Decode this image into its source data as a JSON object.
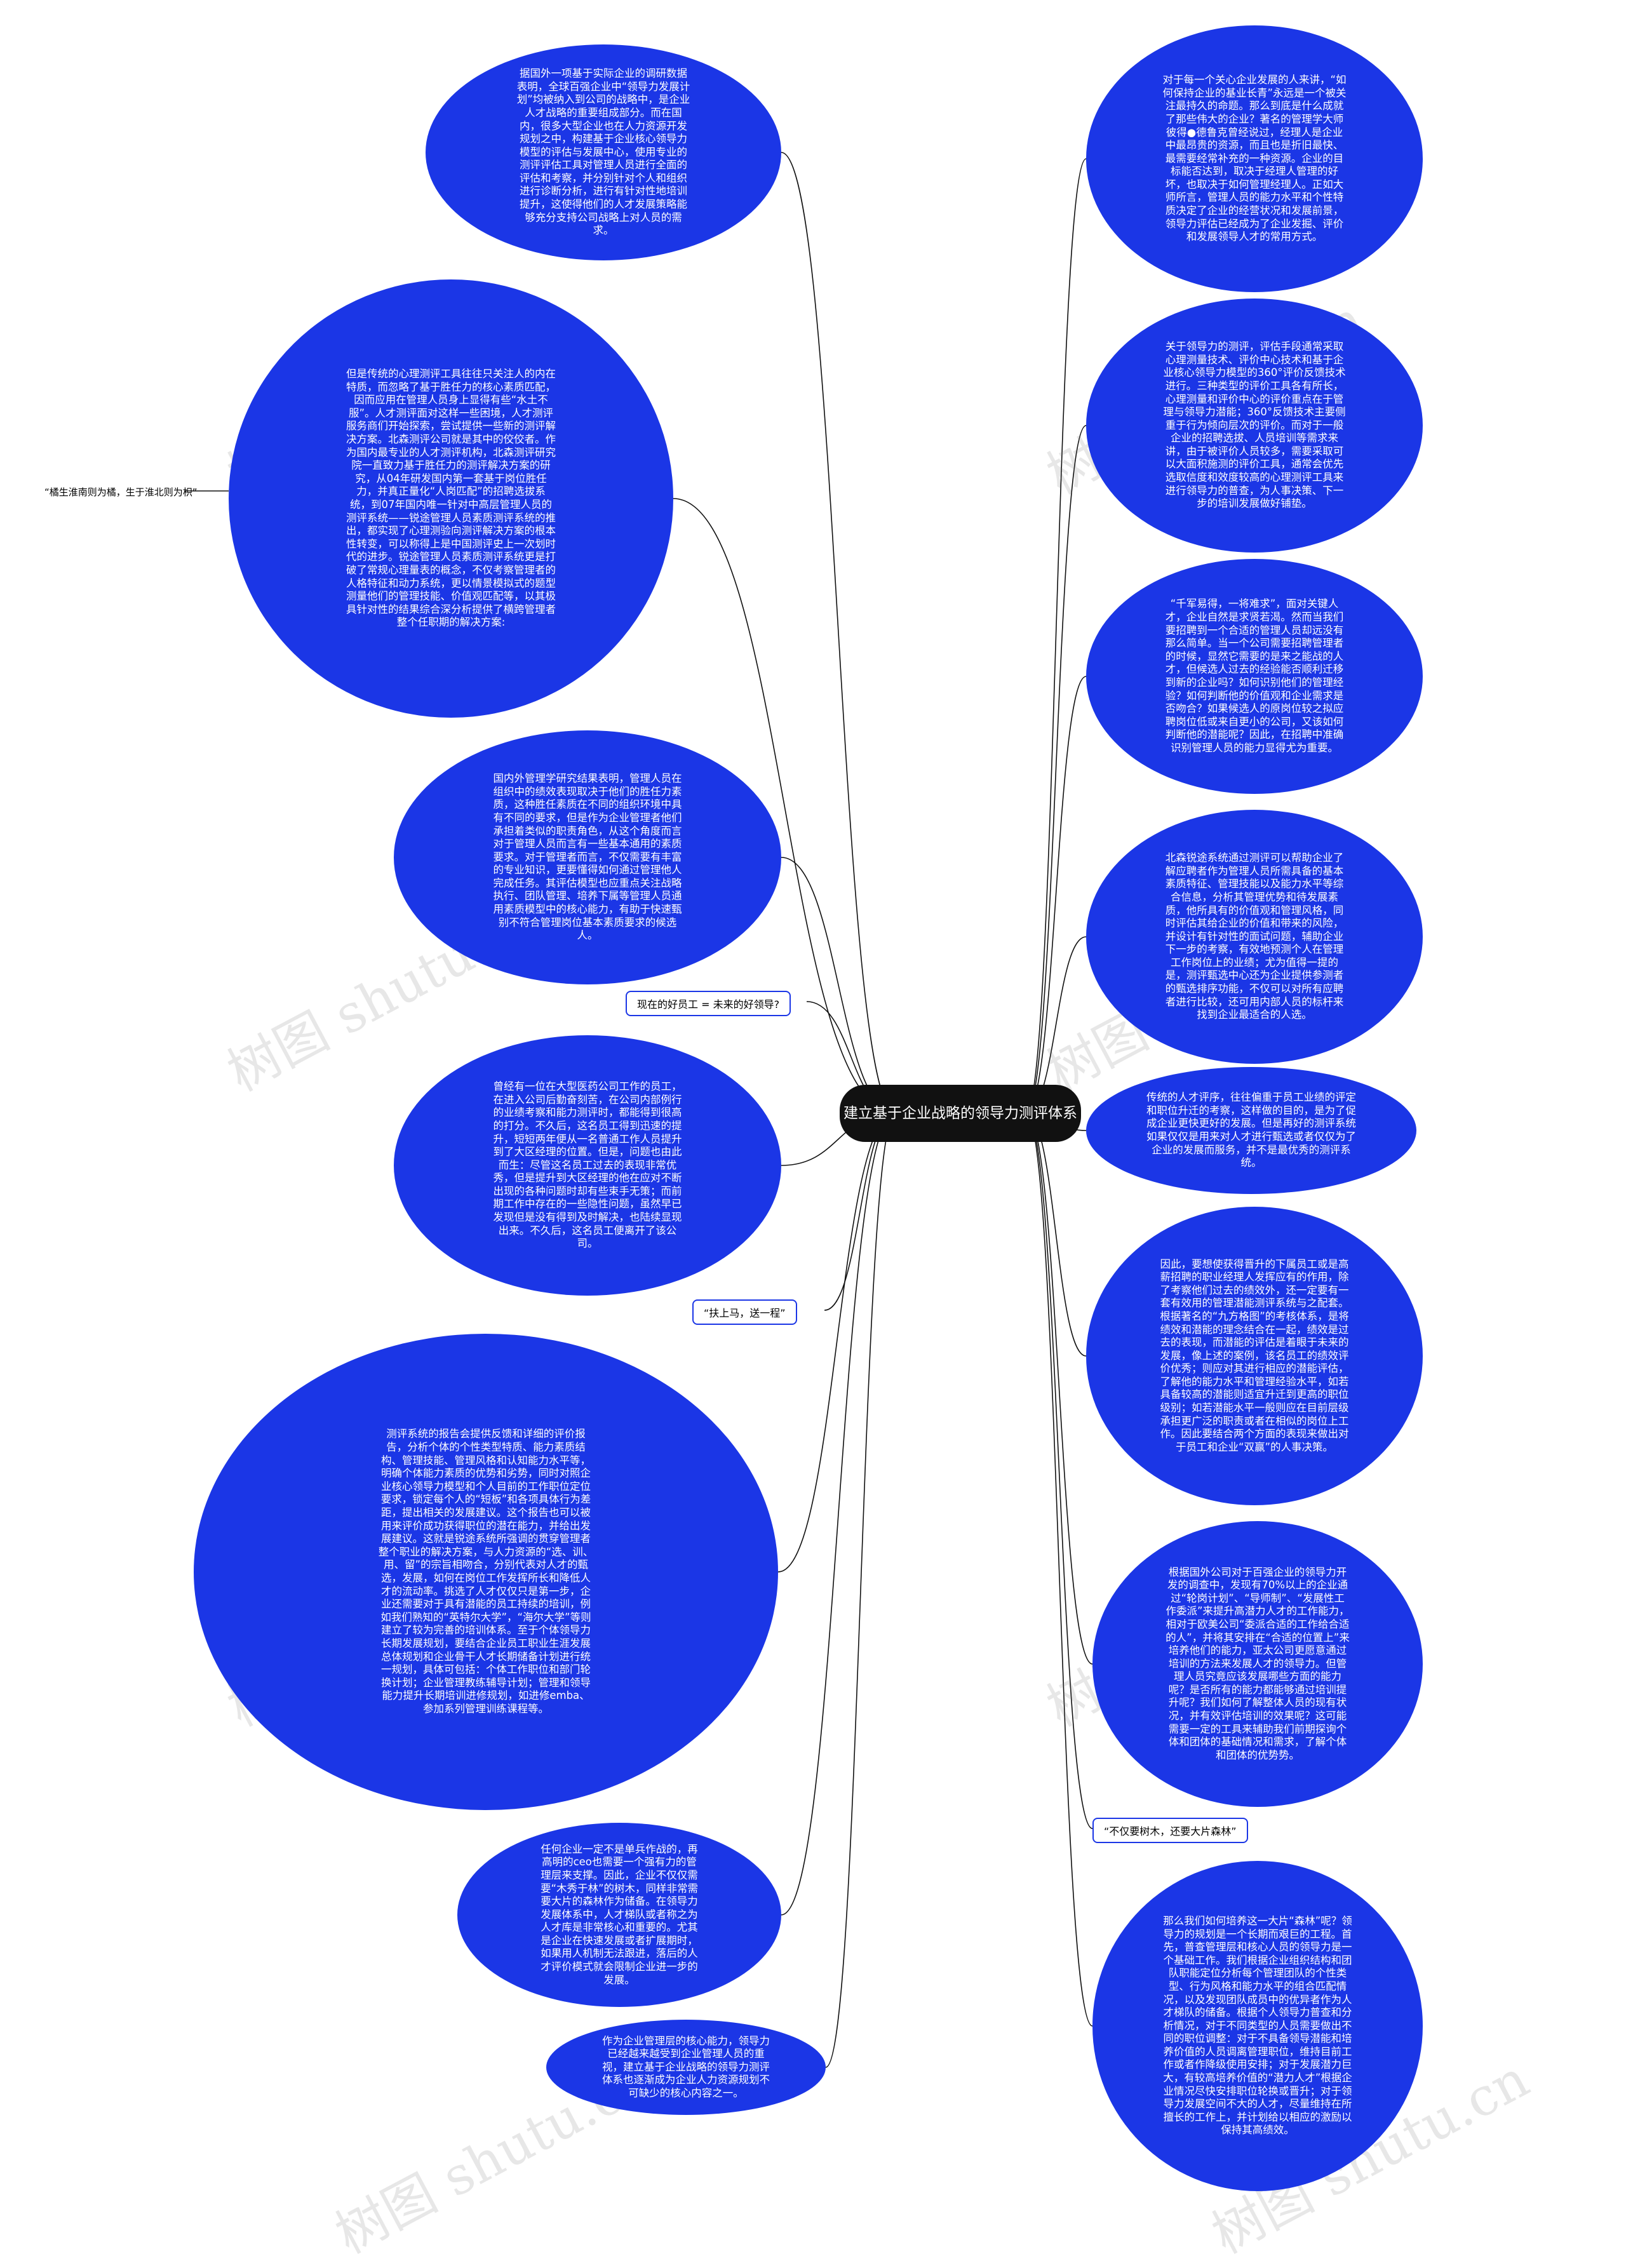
{
  "center": "建立基于企业战略的领导力测评体系",
  "left_pills": [
    "现在的好员工 = 未来的好领导?",
    "“扶上马，送一程”"
  ],
  "right_pill": "“不仅要树木，还要大片森林”",
  "side_label": "“橘生淮南则为橘，生于淮北则为枳”",
  "watermark": "树图 shutu.cn",
  "left_nodes": [
    "据国外一项基于实际企业的调研数据表明，全球百强企业中“领导力发展计划”均被纳入到公司的战略中，是企业人才战略的重要组成部分。而在国内，很多大型企业也在人力资源开发规划之中，构建基于企业核心领导力模型的评估与发展中心，使用专业的测评评估工具对管理人员进行全面的评估和考察，并分别针对个人和组织进行诊断分析，进行有针对性地培训提升，这使得他们的人才发展策略能够充分支持公司战略上对人员的需求。",
    "但是传统的心理测评工具往往只关注人的内在特质，而忽略了基于胜任力的核心素质匹配，因而应用在管理人员身上显得有些“水土不服”。人才测评面对这样一些困境，人才测评服务商们开始探索，尝试提供一些新的测评解决方案。北森测评公司就是其中的佼佼者。作为国内最专业的人才测评机构，北森测评研究院一直致力基于胜任力的测评解决方案的研究，从04年研发国内第一套基于岗位胜任力，并真正量化“人岗匹配”的招聘选拔系统，到07年国内唯一针对中高层管理人员的测评系统——锐途管理人员素质测评系统的推出，都实现了心理测验向测评解决方案的根本性转变，可以称得上是中国测评史上一次划时代的进步。锐途管理人员素质测评系统更是打破了常规心理量表的概念，不仅考察管理者的人格特征和动力系统，更以情景模拟式的题型测量他们的管理技能、价值观匹配等，以其极具针对性的结果综合深分析提供了横跨管理者整个任职期的解决方案:",
    "国内外管理学研究结果表明，管理人员在组织中的绩效表现取决于他们的胜任力素质，这种胜任素质在不同的组织环境中具有不同的要求，但是作为企业管理者他们承担着类似的职责角色，从这个角度而言对于管理人员而言有一些基本通用的素质要求。对于管理者而言，不仅需要有丰富的专业知识，更要懂得如何通过管理他人完成任务。其评估模型也应重点关注战略执行、团队管理、培养下属等管理人员通用素质模型中的核心能力，有助于快速甄别不符合管理岗位基本素质要求的候选人。",
    "曾经有一位在大型医药公司工作的员工，在进入公司后勤奋刻苦，在公司内部例行的业绩考察和能力测评时，都能得到很高的打分。不久后，这名员工得到迅速的提升，短短两年便从一名普通工作人员提升到了大区经理的位置。但是，问题也由此而生：尽管这名员工过去的表现非常优秀，但是提升到大区经理的他在应对不断出现的各种问题时却有些束手无策；而前期工作中存在的一些隐性问题，虽然早已发现但是没有得到及时解决，也陆续显现出来。不久后，这名员工便离开了该公司。",
    "测评系统的报告会提供反馈和详细的评价报告，分析个体的个性类型特质、能力素质结构、管理技能、管理风格和认知能力水平等，明确个体能力素质的优势和劣势，同时对照企业核心领导力模型和个人目前的工作职位定位要求，锁定每个人的“短板”和各项具体行为差距，提出相关的发展建议。这个报告也可以被用来评价成功获得职位的潜在能力，并给出发展建议。这就是锐途系统所强调的贯穿管理者整个职业的解决方案，与人力资源的“选、训、用、留”的宗旨相吻合，分别代表对人才的甄选，发展，如何在岗位工作发挥所长和降低人才的流动率。挑选了人才仅仅只是第一步，企业还需要对于具有潜能的员工持续的培训，例如我们熟知的“英特尔大学”，“海尔大学”等则建立了较为完善的培训体系。至于个体领导力长期发展规划，要结合企业员工职业生涯发展总体规划和企业骨干人才长期储备计划进行统一规划，具体可包括：个体工作职位和部门轮换计划；企业管理教练辅导计划；管理和领导能力提升长期培训进修规划，如进修emba、参加系列管理训练课程等。",
    "任何企业一定不是单兵作战的，再高明的ceo也需要一个强有力的管理层来支撑。因此，企业不仅仅需要“木秀于林”的树木，同样非常需要大片的森林作为储备。在领导力发展体系中，人才梯队或者称之为人才库是非常核心和重要的。尤其是企业在快速发展或者扩展期时，如果用人机制无法跟进，落后的人才评价模式就会限制企业进一步的发展。",
    "作为企业管理层的核心能力，领导力已经越来越受到企业管理人员的重视，建立基于企业战略的领导力测评体系也逐渐成为企业人力资源规划不可缺少的核心内容之一。"
  ],
  "right_nodes": [
    "对于每一个关心企业发展的人来讲，“如何保持企业的基业长青”永远是一个被关注最持久的命题。那么到底是什么成就了那些伟大的企业？著名的管理学大师彼得●德鲁克曾经说过，经理人是企业中最昂贵的资源，而且也是折旧最快、最需要经常补充的一种资源。企业的目标能否达到，取决于经理人管理的好坏，也取决于如何管理经理人。正如大师所言，管理人员的能力水平和个性特质决定了企业的经营状况和发展前景，领导力评估已经成为了企业发掘、评价和发展领导人才的常用方式。",
    "关于领导力的测评，评估手段通常采取心理测量技术、评价中心技术和基于企业核心领导力模型的360°评价反馈技术进行。三种类型的评价工具各有所长，心理测量和评价中心的评价重点在于管理与领导力潜能；360°反馈技术主要侧重于行为倾向层次的评价。而对于一般企业的招聘选拔、人员培训等需求来讲，由于被评价人员较多，需要采取可以大面积施测的评价工具，通常会优先选取信度和效度较高的心理测评工具来进行领导力的普查，为人事决策、下一步的培训发展做好铺垫。",
    "“千军易得，一将难求”，面对关键人才，企业自然是求贤若渴。然而当我们要招聘到一个合适的管理人员却远没有那么简单。当一个公司需要招聘管理者的时候，显然它需要的是来之能战的人才，但候选人过去的经验能否顺利迁移到新的企业吗？如何识别他们的管理经验？如何判断他的价值观和企业需求是否吻合？如果候选人的原岗位较之拟应聘岗位低或来自更小的公司，又该如何判断他的潜能呢？因此，在招聘中准确识别管理人员的能力显得尤为重要。",
    "北森锐途系统通过测评可以帮助企业了解应聘者作为管理人员所需具备的基本素质特征、管理技能以及能力水平等综合信息，分析其管理优势和待发展素质，他所具有的价值观和管理风格，同时评估其给企业的价值和带来的风险，并设计有针对性的面试问题，辅助企业下一步的考察，有效地预测个人在管理工作岗位上的业绩；尤为值得一提的是，测评甄选中心还为企业提供参测者的甄选排序功能，不仅可以对所有应聘者进行比较，还可用内部人员的标杆来找到企业最适合的人选。",
    "传统的人才评序，往往偏重于员工业绩的评定和职位升迁的考察，这样做的目的，是为了促成企业更快更好的发展。但是再好的测评系统如果仅仅是用来对人才进行甄选或者仅仅为了企业的发展而服务，并不是最优秀的测评系统。",
    "因此，要想使获得晋升的下属员工或是高薪招聘的职业经理人发挥应有的作用，除了考察他们过去的绩效外，还一定要有一套有效用的管理潜能测评系统与之配套。根据著名的“九方格图”的考核体系，是将绩效和潜能的理念结合在一起，绩效是过去的表现，而潜能的评估是着眼于未来的发展，像上述的案例，该名员工的绩效评价优秀；则应对其进行相应的潜能评估，了解他的能力水平和管理经验水平，如若具备较高的潜能则适宜升迁到更高的职位级别；如若潜能水平一般则应在目前层级承担更广泛的职责或者在相似的岗位上工作。因此要结合两个方面的表现来做出对于员工和企业“双赢”的人事决策。",
    "根据国外公司对于百强企业的领导力开发的调查中，发现有70%以上的企业通过“轮岗计划”、“导师制”、“发展性工作委派”来提升高潜力人才的工作能力，相对于欧美公司“委派合适的工作给合适的人”，并将其安排在“合适的位置上”来培养他们的能力，亚太公司更愿意通过培训的方法来发展人才的领导力。但管理人员究竟应该发展哪些方面的能力呢？是否所有的能力都能够通过培训提升呢？我们如何了解整体人员的现有状况，并有效评估培训的效果呢？这可能需要一定的工具来辅助我们前期探询个体和团体的基础情况和需求，了解个体和团体的优势势。",
    "那么我们如何培养这一大片“森林”呢？领导力的规划是一个长期而艰巨的工程。首先，普查管理层和核心人员的领导力是一个基础工作。我们根据企业组织结构和团队职能定位分析每个管理团队的个性类型、行为风格和能力水平的组合匹配情况，以及发现团队成员中的优异者作为人才梯队的储备。根据个人领导力普查和分析情况，对于不同类型的人员需要做出不同的职位调整：对于不具备领导潜能和培养价值的人员调离管理职位，维持目前工作或者作降级使用安排；对于发展潜力巨大，有较高培养价值的“潜力人才”根据企业情况尽快安排职位轮换或晋升；对于领导力发展空间不大的人才，尽量维持在所擅长的工作上，并计划给以相应的激励以保持其高绩效。"
  ]
}
